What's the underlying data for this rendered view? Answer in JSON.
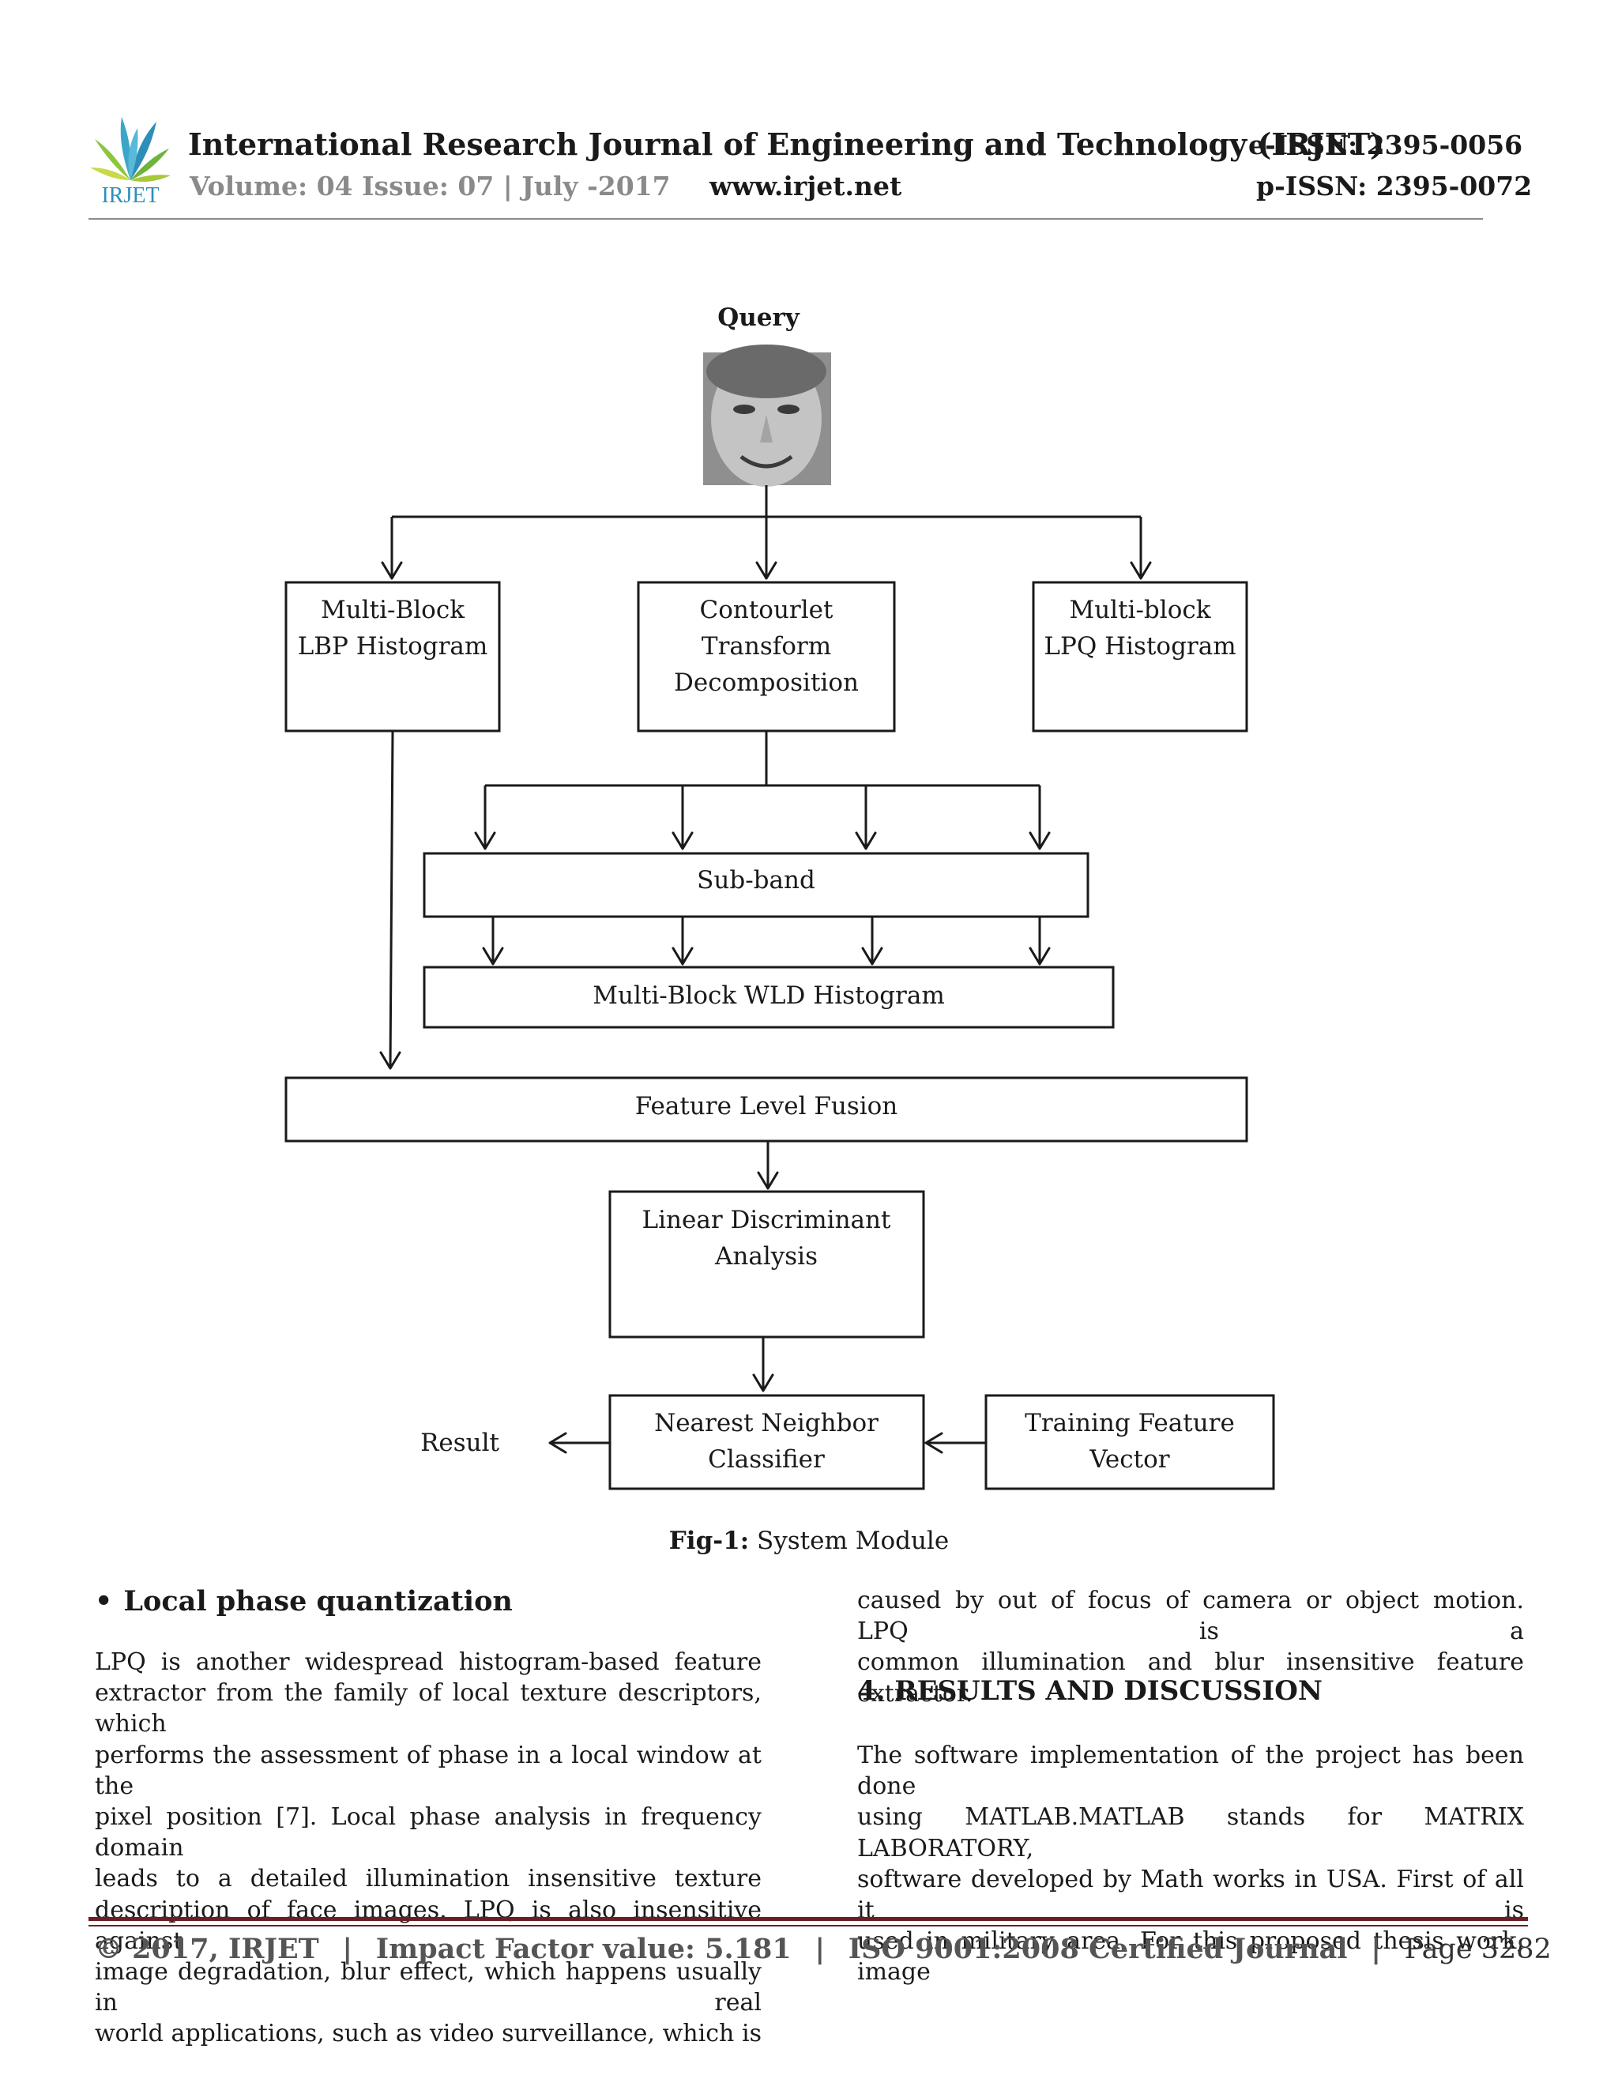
{
  "header": {
    "journal_title": "International Research Journal of Engineering and Technology (IRJET)",
    "eissn": "e-ISSN: 2395-0056",
    "volume": "Volume: 04 Issue: 07 | July -2017",
    "website": "www.irjet.net",
    "pissn": "p-ISSN: 2395-0072",
    "logo_text": "IRJET"
  },
  "figure": {
    "query_label": "Query",
    "lbp_box": [
      "Multi-Block",
      "LBP Histogram"
    ],
    "contourlet_box": [
      "Contourlet",
      "Transform",
      "Decomposition"
    ],
    "lpq_box": [
      "Multi-block",
      "LPQ Histogram"
    ],
    "subband_box": "Sub-band",
    "wld_box": "Multi-Block WLD Histogram",
    "fusion_box": "Feature Level Fusion",
    "lda_box": [
      "Linear Discriminant",
      "Analysis"
    ],
    "nn_box": [
      "Nearest Neighbor",
      "Classifier"
    ],
    "training_box": [
      "Training Feature",
      "Vector"
    ],
    "result_label": "Result",
    "caption_prefix": "Fig-1:",
    "caption_text": " System Module"
  },
  "left_column": {
    "heading": "Local phase quantization",
    "lines": [
      "LPQ is another widespread histogram-based feature",
      "extractor from the family of local texture descriptors, which",
      "performs the assessment of phase in a local window at the",
      "pixel position [7]. Local phase analysis in frequency domain",
      "leads to a detailed illumination insensitive texture",
      "description of face images. LPQ is also insensitive against",
      "image degradation, blur effect, which happens usually in real",
      "world applications, such as video surveillance, which is"
    ]
  },
  "right_column": {
    "intro_lines": [
      "caused by out of focus of camera or object motion. LPQ is a",
      "common illumination and blur insensitive feature extractor."
    ],
    "heading": "4. RESULTS AND DISCUSSION",
    "lines": [
      "The software implementation of the project has been done",
      "using MATLAB.MATLAB stands for MATRIX LABORATORY,",
      "software developed by Math works in USA. First of all it is",
      "used in military area. For this proposed thesis work, image"
    ]
  },
  "footer": {
    "copyright": "© 2017, IRJET",
    "impact": "Impact Factor value: 5.181",
    "iso": "ISO 9001:2008 Certified Journal",
    "page": "Page 3282",
    "separator": "|"
  },
  "colors": {
    "footer_rule": "#6b1f24",
    "header_gray": "#8a8a8a"
  }
}
